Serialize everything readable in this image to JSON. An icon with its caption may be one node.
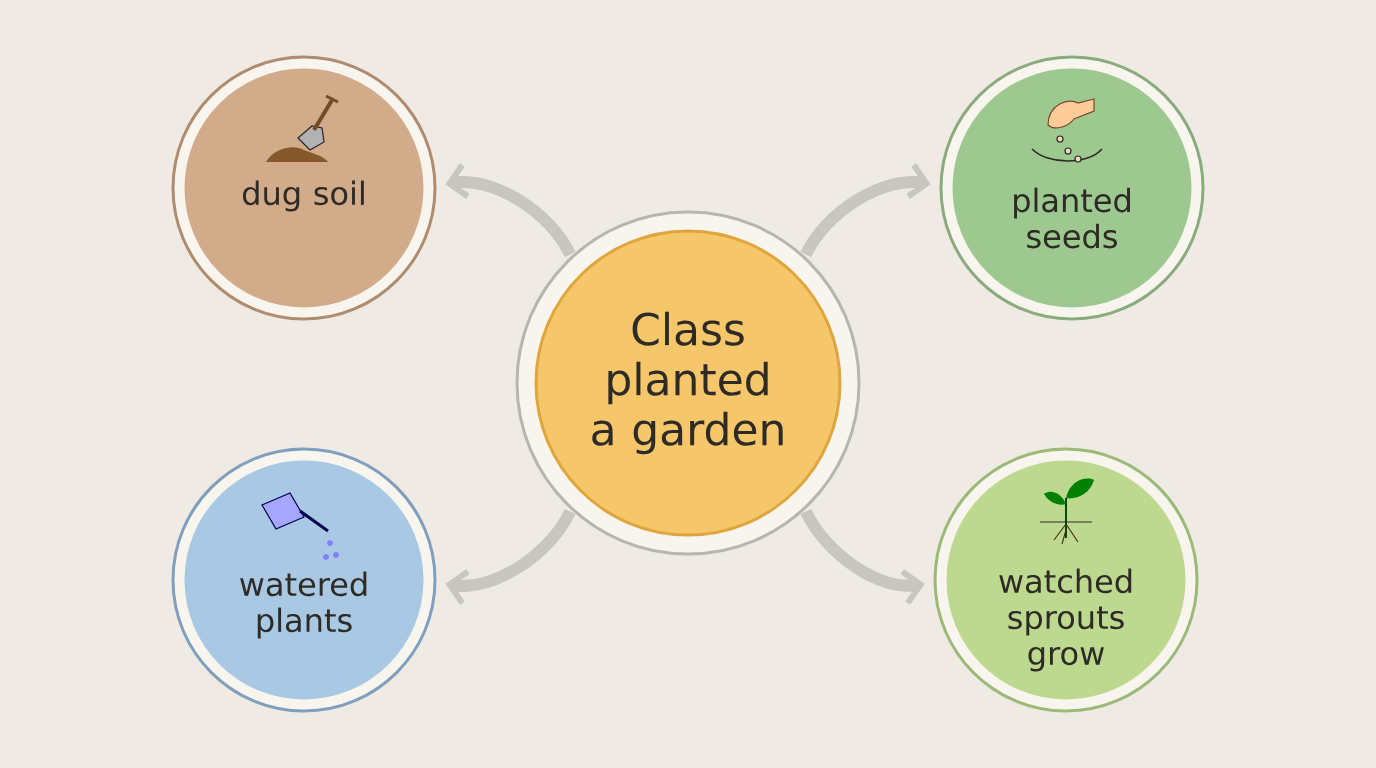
{
  "diagram": {
    "nodes": [
      {
        "text": [
          "Class planted a garden"
        ]
      },
      {
        "text": [
          "dug soil"
        ]
      },
      {
        "text": [
          "planted seeds"
        ]
      },
      {
        "text": [
          "watered plants"
        ]
      },
      {
        "text": [
          "watched sprouts grow"
        ]
      }
    ],
    "edges": [
      {
        "from": 0,
        "to": 1,
        "arrow": "to"
      },
      {
        "from": 0,
        "to": 2,
        "arrow": "to"
      },
      {
        "from": 0,
        "to": 3,
        "arrow": "to"
      },
      {
        "from": 0,
        "to": 4,
        "arrow": "to"
      }
    ]
  }
}
